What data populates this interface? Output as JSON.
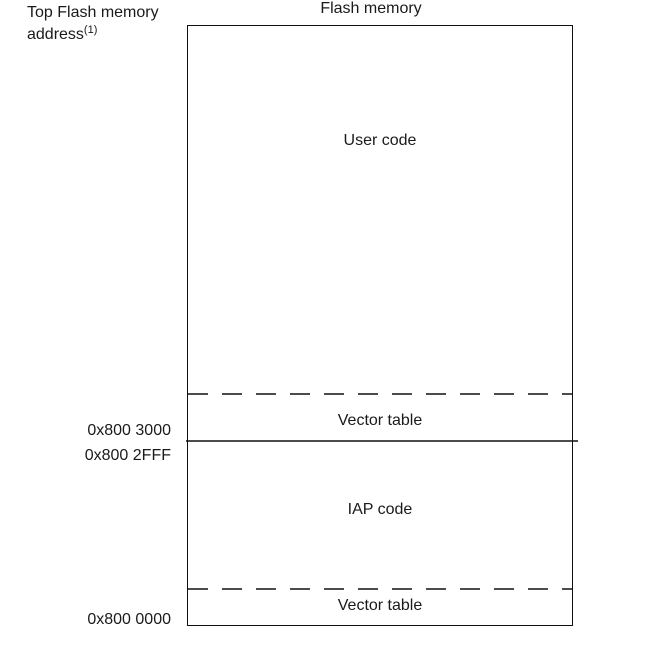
{
  "labels": {
    "top_address_line1": "Top Flash memory",
    "top_address_line2": "address",
    "top_address_footnote": "(1)",
    "memory_title": "Flash memory"
  },
  "addresses": {
    "user_start": "0x800 3000",
    "iap_end": "0x800 2FFF",
    "base": "0x800 0000"
  },
  "regions": {
    "user_code": "User code",
    "user_vector_table": "Vector table",
    "iap_code": "IAP code",
    "iap_vector_table": "Vector table"
  }
}
